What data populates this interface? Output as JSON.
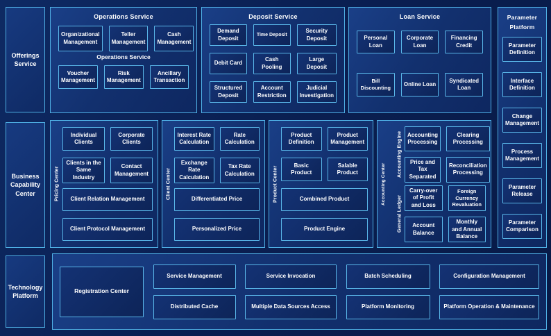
{
  "colors": {
    "page_bg": "#0a1f52",
    "panel_fill": "#12306e",
    "box_fill": "#0d2458",
    "border_blue": "#4fb0e5",
    "text": "#ffffff"
  },
  "sidebar": {
    "offerings": "Offerings Service",
    "business": "Business Capability Center",
    "technology": "Technology Platform"
  },
  "operations": {
    "title": "Operations Service",
    "mid_label": "Operations Service",
    "row1": [
      "Organizational Management",
      "Teller Management",
      "Cash Management"
    ],
    "row2": [
      "Voucher Management",
      "Risk Management",
      "Ancillary Transaction"
    ]
  },
  "deposit": {
    "title": "Deposit Service",
    "items": [
      "Demand Deposit",
      "Time Deposit",
      "Security Deposit",
      "Debit Card",
      "Cash Pooling",
      "Large Deposit",
      "Structured Deposit",
      "Account Restriction",
      "Judicial Investigation"
    ]
  },
  "loan": {
    "title": "Loan Service",
    "items": [
      "Personal Loan",
      "Corporate Loan",
      "Financing Credit",
      "Bill Discounting",
      "Online Loan",
      "Syndicated Loan"
    ]
  },
  "parameter": {
    "title": "Parameter Platform",
    "items": [
      "Parameter Definition",
      "Interface Definition",
      "Change Management",
      "Process Management",
      "Parameter Release",
      "Parameter Comparison"
    ]
  },
  "pricing_center": {
    "label": "Pricing Center",
    "small": [
      "Individual Clients",
      "Corporate Clients",
      "Clients in the Same Industry",
      "Contact Management"
    ],
    "wide": [
      "Client Relation Management",
      "Client Protocol Management"
    ]
  },
  "client_center": {
    "label": "Client Center",
    "small": [
      "Interest Rate Calculation",
      "Rate Calculation",
      "Exchange Rate Calculation",
      "Tax Rate Calculation"
    ],
    "wide": [
      "Differentiated Price",
      "Personalized Price"
    ]
  },
  "product_center": {
    "label": "Product Center",
    "small": [
      "Product Definition",
      "Product Management",
      "Basic Product",
      "Salable Product"
    ],
    "wide": [
      "Combined Product",
      "Product Engine"
    ]
  },
  "accounting_center": {
    "label": "Accounting Center",
    "engine_label": "Accounting Engine",
    "ledger_label": "General Ledger",
    "engine_items": [
      "Accounting Processing",
      "Clearing Processing",
      "Price and Tax Separated",
      "Reconciliation Processing"
    ],
    "ledger_items": [
      "Carry-over of Profit and Loss",
      "Foreign Currency Revaluation",
      "Account Balance",
      "Monthly and Annual Balance"
    ]
  },
  "technology": {
    "registration": "Registration Center",
    "columns": [
      [
        "Service Management",
        "Distributed Cache"
      ],
      [
        "Service Invocation",
        "Multiple Data Sources Access"
      ],
      [
        "Batch Scheduling",
        "Platform Monitoring"
      ],
      [
        "Configuration Management",
        "Platform Operation & Maintenance"
      ]
    ]
  }
}
